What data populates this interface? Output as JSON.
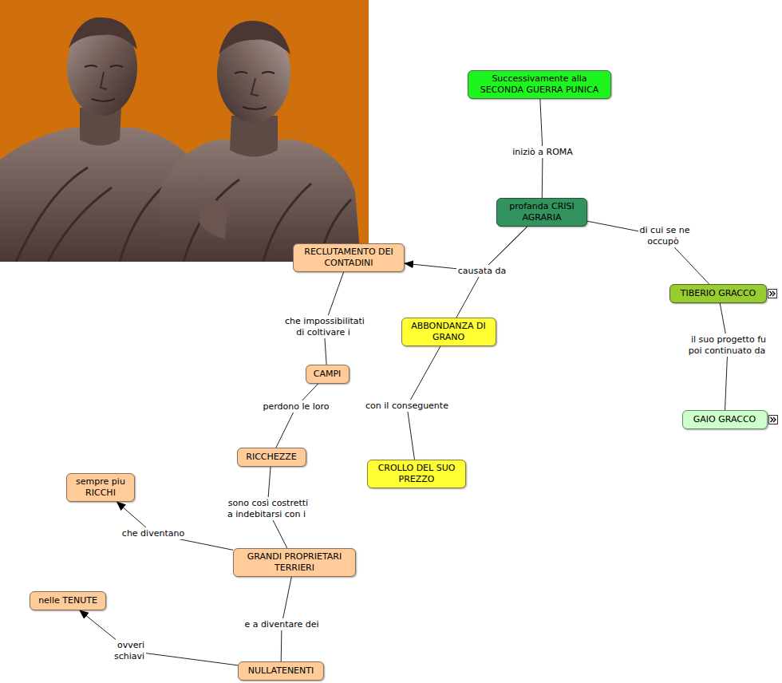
{
  "diagram": {
    "nodes": [
      {
        "text": [
          "Successivamente alla SECONDA GUERRA PUNICA"
        ]
      },
      {
        "text": [
          "profanda CRISI AGRARIA"
        ]
      },
      {
        "text": [
          "RECLUTAMENTO DEI CONTADINI"
        ]
      },
      {
        "text": [
          "TIBERIO GRACCO"
        ]
      },
      {
        "text": [
          "ABBONDANZA DI GRANO"
        ]
      },
      {
        "text": [
          "CAMPI"
        ]
      },
      {
        "text": [
          "GAIO GRACCO"
        ]
      },
      {
        "text": [
          "RICCHEZZE"
        ]
      },
      {
        "text": [
          "CROLLO DEL SUO PREZZO"
        ]
      },
      {
        "text": [
          "sempre piu RICCHI"
        ]
      },
      {
        "text": [
          "GRANDI PROPRIETARI TERRIERI"
        ]
      },
      {
        "text": [
          "nelle TENUTE"
        ]
      },
      {
        "text": [
          "NULLATENENTI"
        ]
      }
    ],
    "edges": [
      {
        "from": 0,
        "to": 1,
        "label": "iniziò a ROMA",
        "arrow": "none"
      },
      {
        "from": 1,
        "to": 3,
        "label": "di cui se ne occupò",
        "arrow": "none"
      },
      {
        "from": 1,
        "to": 2,
        "label": "causata da",
        "arrow": "to"
      },
      {
        "from": 1,
        "to": 4,
        "arrow": "none"
      },
      {
        "from": 3,
        "to": 6,
        "label": "il suo progetto fu poi continuato da",
        "arrow": "none"
      },
      {
        "from": 2,
        "to": 5,
        "label": "che impossibilitati di coltivare i",
        "arrow": "none"
      },
      {
        "from": 4,
        "to": 8,
        "label": "con il conseguente",
        "arrow": "none"
      },
      {
        "from": 5,
        "to": 7,
        "label": "perdono le loro",
        "arrow": "none"
      },
      {
        "from": 7,
        "to": 10,
        "label": "sono così costretti a indebitarsi con i",
        "arrow": "none"
      },
      {
        "from": 10,
        "to": 9,
        "label": "che diventano",
        "arrow": "to"
      },
      {
        "from": 10,
        "to": 12,
        "label": "e a diventare dei",
        "arrow": "none"
      },
      {
        "from": 12,
        "to": 11,
        "label": "ovveri schiavi",
        "arrow": "to"
      }
    ]
  }
}
